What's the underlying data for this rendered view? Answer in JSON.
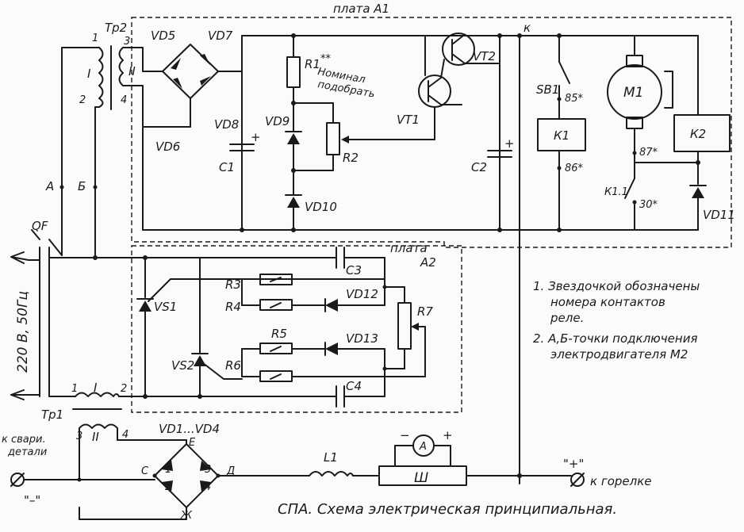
{
  "boards": {
    "a1": "плата  А1",
    "a2_line1": "плата",
    "a2_line2": "А2"
  },
  "mains": {
    "voltage": "220 В, 50Гц",
    "breaker": "QF"
  },
  "transformers": {
    "tr1": "Тр1",
    "tr2": "Тр2",
    "w1": "I",
    "w2": "II",
    "n1": "1",
    "n2": "2",
    "n3": "3",
    "n4": "4"
  },
  "points": {
    "a": "А",
    "b": "Б",
    "k": "к",
    "c": "С",
    "e": "Е",
    "d": "Д",
    "zh": "Ж"
  },
  "components": {
    "vd5": "VD5",
    "vd6": "VD6",
    "vd7": "VD7",
    "vd8": "VD8",
    "vd9": "VD9",
    "vd10": "VD10",
    "vd11": "VD11",
    "vd12": "VD12",
    "vd13": "VD13",
    "vd1_4": "VD1...VD4",
    "vs1": "VS1",
    "vs2": "VS2",
    "r1": "R1",
    "r1_mark": "**",
    "r1_note1": "Номинал",
    "r1_note2": "подобрать",
    "r2": "R2",
    "r3": "R3",
    "r4": "R4",
    "r5": "R5",
    "r6": "R6",
    "r7": "R7",
    "c1": "C1",
    "c2": "C2",
    "c3": "C3",
    "c4": "C4",
    "vt1": "VT1",
    "vt2": "VT2",
    "sb1": "SB1",
    "k1": "К1",
    "k2": "К2",
    "k11": "К1.1",
    "m1": "М1",
    "l1": "L1",
    "shunt": "Ш",
    "ammeter": "А",
    "plus": "+",
    "minus": "−",
    "c85": "85*",
    "c86": "86*",
    "c87": "87*",
    "c30": "30*",
    "bd1": "1",
    "bd2": "2",
    "bd3": "3",
    "bd4": "4"
  },
  "terminals": {
    "left_line1": "к свари.",
    "left_line2": "детали",
    "left_sign": "\"–\"",
    "right_sign": "\"+\"",
    "right": "к горелке"
  },
  "notes": {
    "n1_line1": "1. Звездочкой обозначены",
    "n1_line2": "номера контактов",
    "n1_line3": "реле.",
    "n2_line1": "2. А,Б-точки подключения",
    "n2_line2": "электродвигателя  М2"
  },
  "caption": "СПА.   Схема  электрическая  принципиальная."
}
